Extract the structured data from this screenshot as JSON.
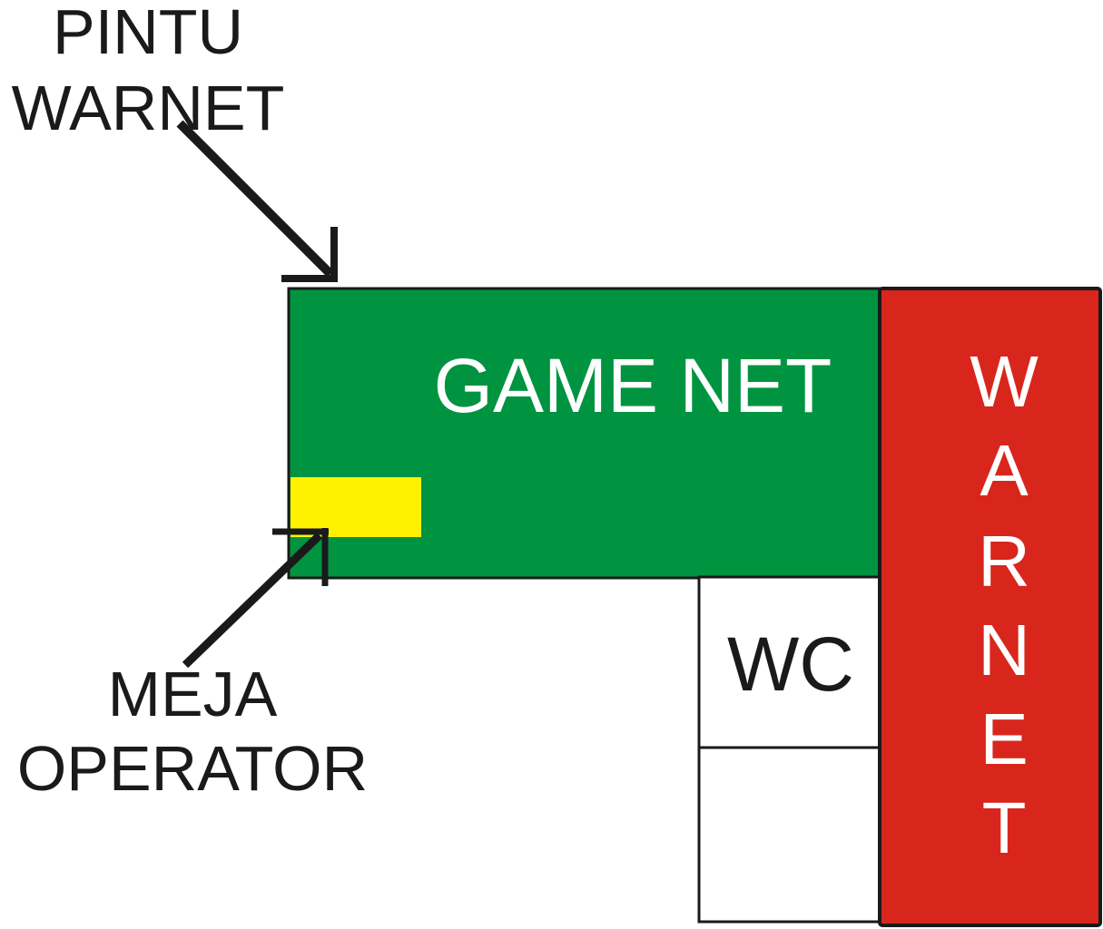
{
  "labels": {
    "door_line1": "PINTU",
    "door_line2": "WARNET",
    "gamenet": "GAME NET",
    "operator_line1": "MEJA",
    "operator_line2": "OPERATOR",
    "wc": "WC",
    "warnet_letters": [
      "W",
      "A",
      "R",
      "N",
      "E",
      "T"
    ]
  },
  "colors": {
    "gamenet_fill": "#009440",
    "warnet_fill": "#d9261c",
    "operator_desk_fill": "#fff200",
    "text_dark": "#1a1a1a",
    "text_light": "#ffffff",
    "outline": "#1a1a1a"
  }
}
